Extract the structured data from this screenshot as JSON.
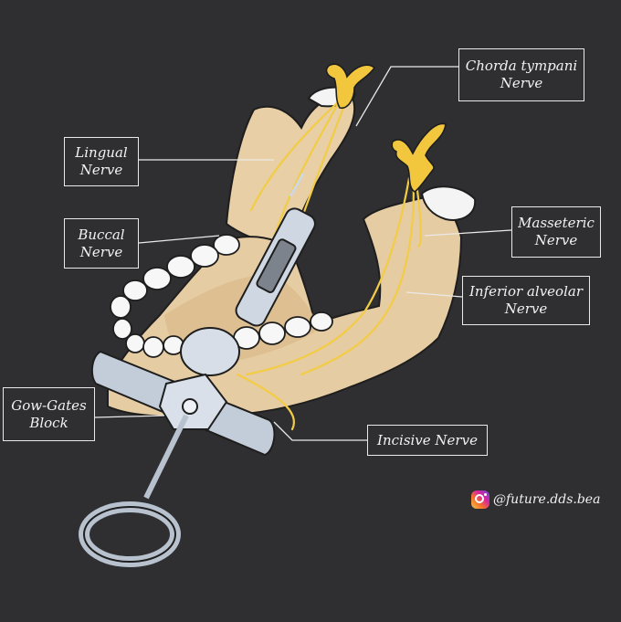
{
  "labels": {
    "chorda": [
      "Chorda tympani",
      "Nerve"
    ],
    "lingual": [
      "Lingual",
      "Nerve"
    ],
    "buccal": [
      "Buccal",
      "Nerve"
    ],
    "masseteric": [
      "Masseteric",
      "Nerve"
    ],
    "inferior_alveolar": [
      "Inferior alveolar",
      "Nerve"
    ],
    "gow_gates": [
      "Gow-Gates",
      "Block"
    ],
    "incisive": [
      "Incisive Nerve"
    ]
  },
  "credit": {
    "handle": "@future.dds.bea",
    "icon": "instagram-icon"
  },
  "colors": {
    "background": "#2f2f31",
    "bone": "#ead1a8",
    "nerve": "#f2cc45",
    "syringe": "#c9d2de"
  }
}
